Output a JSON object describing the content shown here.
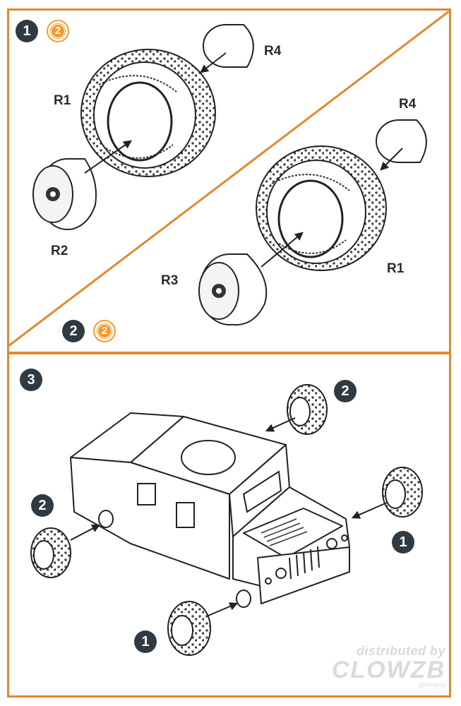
{
  "steps": {
    "step1": "1",
    "step1_ref": "2",
    "step2": "2",
    "step2_ref": "2",
    "step3": "3"
  },
  "parts": {
    "r1_top": "R1",
    "r2": "R2",
    "r4_top": "R4",
    "r4_right": "R4",
    "r3": "R3",
    "r1_right": "R1"
  },
  "vehicle_callouts": {
    "rear_right": "2",
    "rear_left": "2",
    "front_right": "1",
    "front_left": "1"
  },
  "watermark": {
    "line1": "distributed by",
    "line2": "CLOWZB",
    "line3": "germany"
  },
  "colors": {
    "frame": "#e0892f",
    "badge_dark": "#2f3a43",
    "badge_orange": "#f39a2c"
  }
}
